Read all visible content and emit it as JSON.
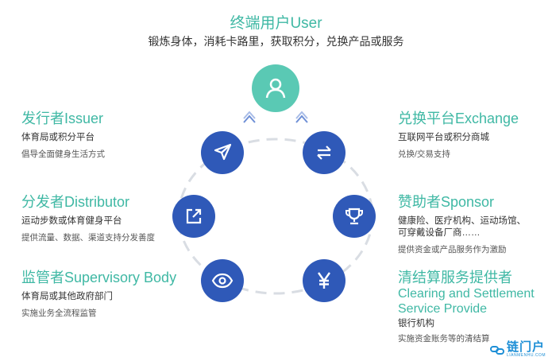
{
  "header": {
    "title": "终端用户User",
    "subtitle": "锻炼身体，消耗卡路里，获取积分，兑换产品或服务"
  },
  "roles": {
    "issuer": {
      "title": "发行者Issuer",
      "line1": "体育局或积分平台",
      "line2": "倡导全面健身生活方式"
    },
    "distributor": {
      "title": "分发者Distributor",
      "line1": "运动步数或体育健身平台",
      "line2": "提供流量、数据、渠道支持分发善度"
    },
    "supervisor": {
      "title": "监管者Supervisory Body",
      "line1": "体育局或其他政府部门",
      "line2": "实施业务全流程监管"
    },
    "exchange": {
      "title": "兑换平台Exchange",
      "line1": "互联网平台或积分商城",
      "line2": "兑换/交易支持"
    },
    "sponsor": {
      "title": "赞助者Sponsor",
      "line1": "健康险、医疗机构、运动场馆、",
      "line1b": "可穿戴设备厂商……",
      "line2": "提供资金或产品服务作为激励"
    },
    "clearing": {
      "title": "清结算服务提供者",
      "title2": "Clearing and Settlement",
      "title3": "Service Provide",
      "line1": "银行机构",
      "line2": "实施资金账务等的清结算"
    }
  },
  "icons": {
    "user": "user-icon",
    "issuer": "paper-plane-icon",
    "distributor": "share-out-icon",
    "supervisor": "eye-icon",
    "exchange": "swap-arrows-icon",
    "sponsor": "trophy-icon",
    "clearing": "yen-icon"
  },
  "watermark": {
    "text": "链门户",
    "sub": "LIANMENHU.COM"
  },
  "colors": {
    "teal": "#3fb8a4",
    "teal_node": "#5ac9b4",
    "blue_node": "#2f59b8",
    "ring": "#d9dde3"
  }
}
